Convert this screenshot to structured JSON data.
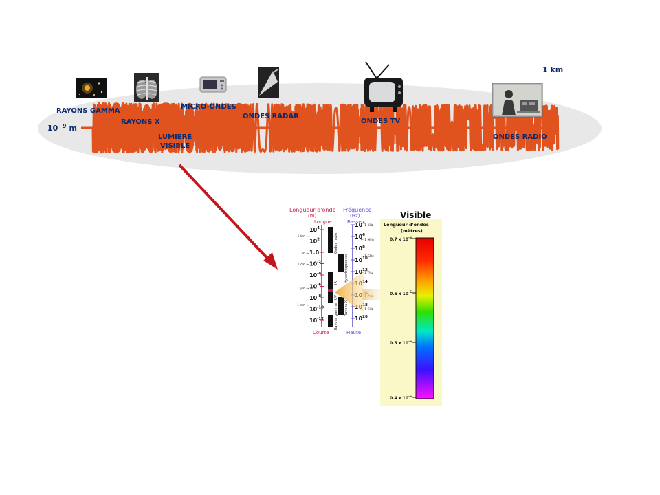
{
  "spectrum": {
    "scale_min": "10",
    "scale_min_exp": "−9",
    "scale_min_unit": "m",
    "scale_max": "1 km",
    "wave_color": "#e0521e",
    "ellipse_color": "#e8e8e8",
    "label_color": "#0b2a6e",
    "bands": [
      {
        "key": "gamma",
        "label": "RAYONS GAMMA",
        "icon": "starfield-icon"
      },
      {
        "key": "xray",
        "label": "RAYONS X",
        "icon": "xray-chest-icon"
      },
      {
        "key": "visible",
        "label_line1": "LUMIERE",
        "label_line2": "VISIBLE"
      },
      {
        "key": "micro",
        "label": "MICRO-ONDES",
        "icon": "microwave-oven-icon"
      },
      {
        "key": "radar",
        "label": "ONDES RADAR",
        "icon": "radar-icon"
      },
      {
        "key": "tv",
        "label": "ONDES TV",
        "icon": "television-icon"
      },
      {
        "key": "radio",
        "label": "ONDES RADIO",
        "icon": "radio-operator-icon"
      }
    ]
  },
  "arrow_color": "#c4161c",
  "chart": {
    "left_axis": {
      "title_line1": "Longueur d'onde",
      "title_line2": "(m)",
      "top": "Longue",
      "bottom": "Courte",
      "color": "#c8204a",
      "ticks": [
        {
          "base": "10",
          "exp": "4"
        },
        {
          "base": "10",
          "exp": "2"
        },
        {
          "base": "1.0",
          "exp": ""
        },
        {
          "base": "10",
          "exp": "-2"
        },
        {
          "base": "10",
          "exp": "-4"
        },
        {
          "base": "10",
          "exp": "-6"
        },
        {
          "base": "10",
          "exp": "-8"
        },
        {
          "base": "10",
          "exp": "-10"
        },
        {
          "base": "10",
          "exp": "-12"
        }
      ],
      "side_marks": [
        "1 km",
        "1 m",
        "1 cm",
        "1 μm",
        "1 nm"
      ]
    },
    "right_axis": {
      "title_line1": "Fréquence",
      "title_line2": "(Hz)",
      "top": "Basse",
      "bottom": "Haute",
      "color": "#5b52c8",
      "ticks": [
        {
          "base": "10",
          "exp": "4"
        },
        {
          "base": "10",
          "exp": "6"
        },
        {
          "base": "10",
          "exp": "8"
        },
        {
          "base": "10",
          "exp": "10"
        },
        {
          "base": "10",
          "exp": "12"
        },
        {
          "base": "10",
          "exp": "14"
        },
        {
          "base": "10",
          "exp": "16"
        },
        {
          "base": "10",
          "exp": "18"
        },
        {
          "base": "10",
          "exp": "20"
        }
      ],
      "side_marks": [
        "1 KHz",
        "1 MHz",
        "1 GHz",
        "1 THz",
        "1 PHz",
        "1 EHz"
      ]
    },
    "band_labels_left": [
      "Ondes radio",
      "IR",
      "UV",
      "Rayons gamma"
    ],
    "band_labels_right": [
      "Hyperfréquences",
      "Rayons X"
    ]
  },
  "visible_panel": {
    "title": "Visible",
    "subtitle_line1": "Longueur d'ondes",
    "subtitle_line2": "(mètres)",
    "background": "#fbf8c8",
    "ticks": [
      {
        "base": "0.7 x 10",
        "exp": "-6"
      },
      {
        "base": "0.6 x 10",
        "exp": "-6"
      },
      {
        "base": "0.5 x 10",
        "exp": "-6"
      },
      {
        "base": "0.4 x 10",
        "exp": "-6"
      }
    ]
  }
}
